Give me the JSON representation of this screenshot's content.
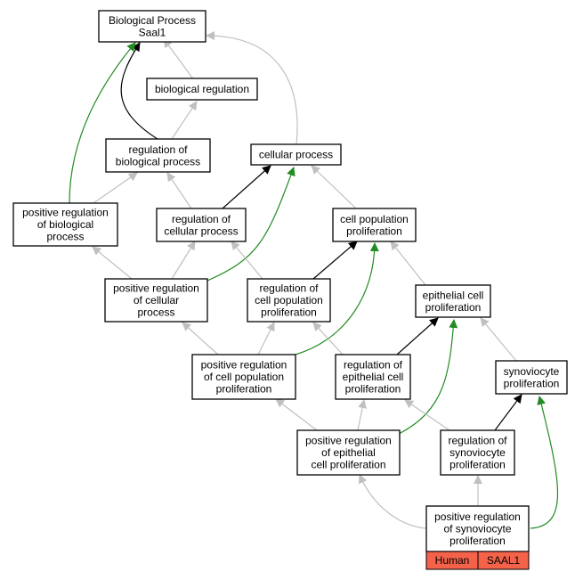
{
  "colors": {
    "is_a": "#c0c0c0",
    "part_of": "#000000",
    "positively_regulates": "#228b22",
    "badge_fill": "#f4624a"
  },
  "nodes": {
    "bp_root": [
      "Biological Process",
      "Saal1"
    ],
    "bio_reg": [
      "biological regulation"
    ],
    "reg_bio_proc": [
      "regulation of",
      "biological process"
    ],
    "cell_proc": [
      "cellular process"
    ],
    "pos_reg_bio_proc": [
      "positive regulation",
      "of biological",
      "process"
    ],
    "reg_cell_proc": [
      "regulation of",
      "cellular process"
    ],
    "cell_pop_prolif": [
      "cell population",
      "proliferation"
    ],
    "pos_reg_cell_proc": [
      "positive regulation",
      "of cellular",
      "process"
    ],
    "reg_cell_pop_prolif": [
      "regulation of",
      "cell population",
      "proliferation"
    ],
    "epi_cell_prolif": [
      "epithelial cell",
      "proliferation"
    ],
    "pos_reg_cell_pop_prolif": [
      "positive regulation",
      "of cell population",
      "proliferation"
    ],
    "reg_epi_cell_prolif": [
      "regulation of",
      "epithelial cell",
      "proliferation"
    ],
    "syno_prolif": [
      "synoviocyte",
      "proliferation"
    ],
    "pos_reg_epi_cell_prolif": [
      "positive regulation",
      "of epithelial",
      "cell proliferation"
    ],
    "reg_syno_prolif": [
      "regulation of",
      "synoviocyte",
      "proliferation"
    ],
    "pos_reg_syno_prolif": [
      "positive regulation",
      "of synoviocyte",
      "proliferation"
    ]
  },
  "annotation": {
    "species": "Human",
    "gene": "SAAL1"
  }
}
